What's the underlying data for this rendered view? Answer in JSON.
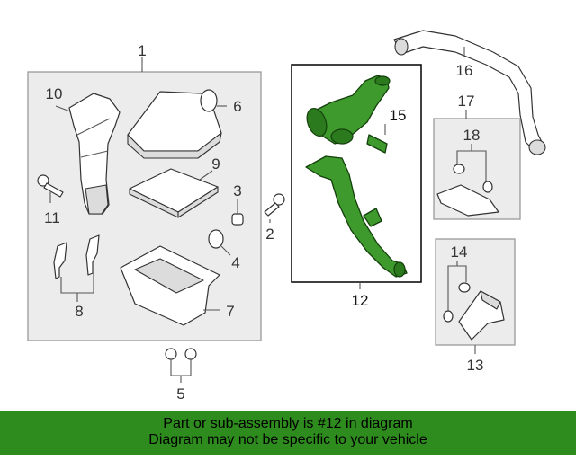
{
  "callouts": {
    "c1": "1",
    "c2": "2",
    "c3": "3",
    "c4": "4",
    "c5": "5",
    "c6": "6",
    "c7": "7",
    "c8": "8",
    "c9": "9",
    "c10": "10",
    "c11": "11",
    "c12": "12",
    "c13": "13",
    "c14": "14",
    "c15": "15",
    "c16": "16",
    "c17": "17",
    "c18": "18"
  },
  "footer": {
    "line1": "Part or sub-assembly is #12 in diagram",
    "line2": "Diagram may not be specific to your vehicle"
  },
  "colors": {
    "highlight": "#3e9a2c",
    "footer_bg": "#2e8b1e"
  }
}
